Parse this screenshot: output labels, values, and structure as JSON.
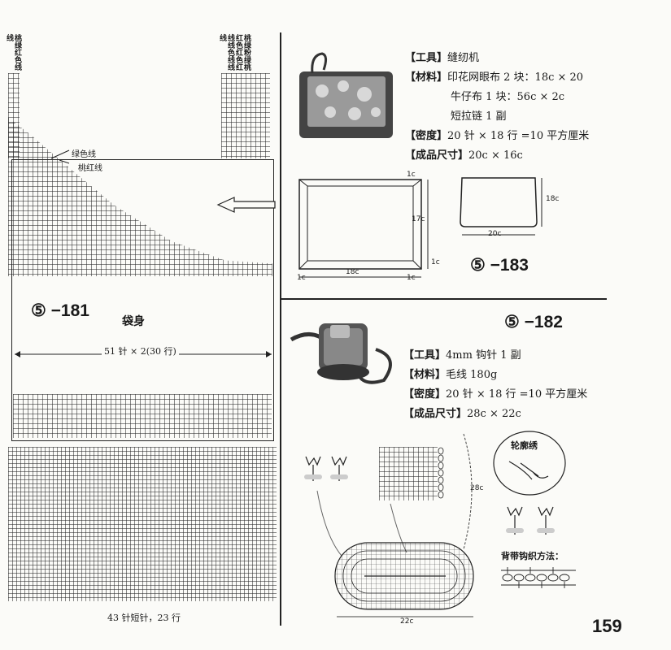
{
  "left": {
    "top_label_left": "桃绿红色线线",
    "top_label_right": "桃绿粉绿桃红色红色红线线色线线线",
    "annot_green": "绿色线",
    "annot_pink": "桃红线",
    "pattern_num": "⑤ −181",
    "pattern_name": "袋身",
    "width_note": "51 针 × 2(30 行)",
    "bottom_note": "43 针短针，23 行"
  },
  "p183": {
    "pattern_num": "⑤ −183",
    "tool_key": "【工具】",
    "tool_val": "缝纫机",
    "mat_key": "【材料】",
    "mat_val1": "印花网眼布 2 块：18c × 20",
    "mat_val2": "牛仔布 1 块：56c × 2c",
    "mat_val3": "短拉链 1 副",
    "density_key": "【密度】",
    "density_val": "20 针 × 18 行 =10 平方厘米",
    "size_key": "【成品尺寸】",
    "size_val": "20c × 16c",
    "dim_1c_top": "1c",
    "dim_17c": "17c",
    "dim_1c_right": "1c",
    "dim_1c_bl": "1c",
    "dim_18c_w": "18c",
    "dim_1c_br": "1c",
    "dim_18c_h": "18c",
    "dim_20c": "20c"
  },
  "p182": {
    "pattern_num": "⑤ −182",
    "tool_key": "【工具】",
    "tool_val": "4mm 钩针 1 副",
    "mat_key": "【材料】",
    "mat_val": "毛线 180g",
    "density_key": "【密度】",
    "density_val": "20 针 × 18 行 =10 平方厘米",
    "size_key": "【成品尺寸】",
    "size_val": "28c × 22c",
    "embroidery": "轮廓绣",
    "dim_28c": "28c",
    "dim_22c": "22c",
    "strap_method": "背带钩织方法："
  },
  "page_number": "159"
}
